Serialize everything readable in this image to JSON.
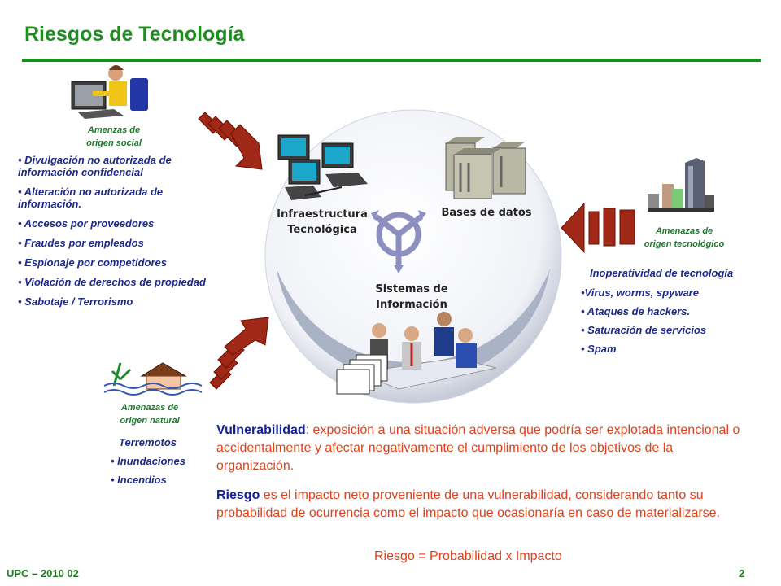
{
  "title": "Riesgos de Tecnología",
  "colors": {
    "title": "#1e8c1e",
    "bullets": "#1e2a8a",
    "accent": "#e0401a",
    "term": "#15209a",
    "arrow": "#a02816"
  },
  "social": {
    "caption": [
      "Amenzas de",
      "origen social"
    ],
    "items": [
      "• Divulgación no autorizada de información confidencial",
      "• Alteración no autorizada de información.",
      "• Accesos por proveedores",
      "• Fraudes por empleados",
      "• Espionaje por competidores",
      "• Violación de derechos de propiedad",
      "• Sabotaje / Terrorismo"
    ]
  },
  "natural": {
    "caption": [
      "Amenazas de",
      "origen natural"
    ],
    "items": [
      "Terremotos",
      "• Inundaciones",
      "• Incendios"
    ]
  },
  "tech": {
    "caption": [
      "Amenazas de",
      "origen tecnológico"
    ],
    "heading": "Inoperatividad de tecnología",
    "items": [
      "•Virus, worms, spyware",
      "• Ataques de hackers.",
      "• Saturación de servicios",
      "• Spam"
    ]
  },
  "circle": {
    "infra": [
      "Infraestructura",
      "Tecnológica"
    ],
    "db": "Bases de datos",
    "si": [
      "Sistemas de",
      "Información"
    ]
  },
  "definitions": {
    "vuln_term": "Vulnerabilidad",
    "vuln_colon": ":",
    "vuln_text": " exposición a una situación adversa que podría ser explotada intencional o accidentalmente y afectar negativamente el cumplimiento de los objetivos de la organización.",
    "risk_term": "Riesgo",
    "risk_text": " es el impacto neto proveniente  de una vulnerabilidad, considerando tanto su probabilidad de ocurrencia como el impacto que ocasionaría en caso de materializarse."
  },
  "formula": "Riesgo = Probabilidad x Impacto",
  "footer": {
    "left": "UPC – 2010 02",
    "right": "2"
  }
}
